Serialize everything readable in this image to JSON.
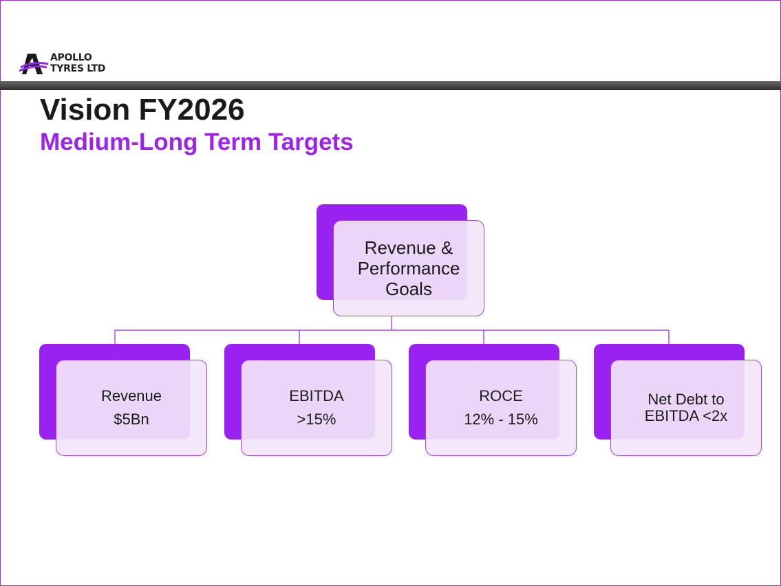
{
  "logo": {
    "line1": "APOLLO",
    "line2": "TYRES LTD"
  },
  "title": "Vision FY2026",
  "subtitle": "Medium-Long Term Targets",
  "org_chart": {
    "root": {
      "lines": [
        "Revenue &",
        "Performance",
        "Goals"
      ]
    },
    "children": [
      {
        "lines": [
          "Revenue",
          "$5Bn"
        ]
      },
      {
        "lines": [
          "EBITDA",
          ">15%"
        ]
      },
      {
        "lines": [
          "ROCE",
          "12% - 15%"
        ]
      },
      {
        "lines": [
          "Net Debt to",
          "EBITDA <2x"
        ]
      }
    ]
  },
  "colors": {
    "accent": "#9a22f0",
    "box_fill": "#f2e6f8",
    "border": "#a040e0",
    "title": "#1a1a1a"
  }
}
